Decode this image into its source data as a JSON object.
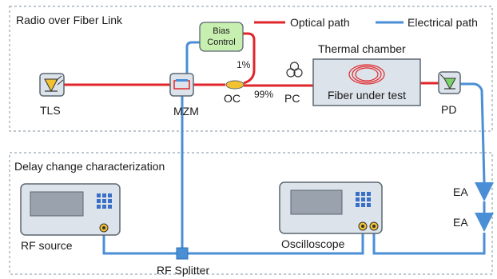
{
  "sections": {
    "top_title": "Radio over Fiber Link",
    "bottom_title": "Delay change characterization"
  },
  "legend": {
    "optical": "Optical path",
    "electrical": "Electrical path"
  },
  "components": {
    "tls": "TLS",
    "mzm": "MZM",
    "oc": "OC",
    "pc": "PC",
    "pd": "PD",
    "bias_control_line1": "Bias",
    "bias_control_line2": "Control",
    "thermal_chamber": "Thermal chamber",
    "fiber_under_test": "Fiber under test",
    "rf_source": "RF source",
    "oscilloscope": "Oscilloscope",
    "rf_splitter": "RF Splitter",
    "ea_top": "EA",
    "ea_bottom": "EA"
  },
  "coupler_ratios": {
    "tap": "1%",
    "through": "99%"
  },
  "colors": {
    "optical": "#e0262b",
    "electrical": "#4a8fd6",
    "dashed_border": "#9aa6b2",
    "device_fill": "#dde3ea",
    "bias_fill": "#c7efb0",
    "oc_fill": "#f2c230"
  },
  "icons": [
    "laser-icon",
    "modulator-icon",
    "coupler-icon",
    "polarization-controller-icon",
    "fiber-coil-icon",
    "photodiode-icon",
    "amplifier-icon",
    "instrument-icon"
  ]
}
